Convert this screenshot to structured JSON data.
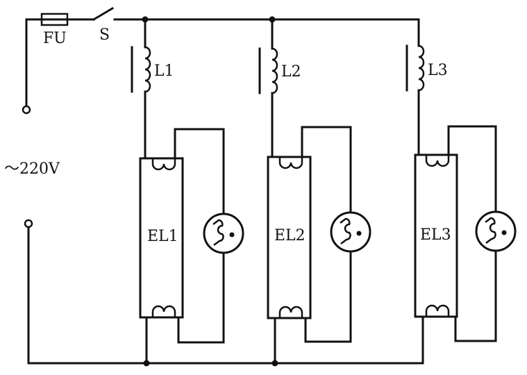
{
  "labels": {
    "fuse": "FU",
    "switch": "S",
    "supply": "～220V",
    "inductors": [
      "L1",
      "L2",
      "L3"
    ],
    "lamps": [
      "EL1",
      "EL2",
      "EL3"
    ]
  },
  "colors": {
    "line": "#111111",
    "background": "#ffffff"
  }
}
